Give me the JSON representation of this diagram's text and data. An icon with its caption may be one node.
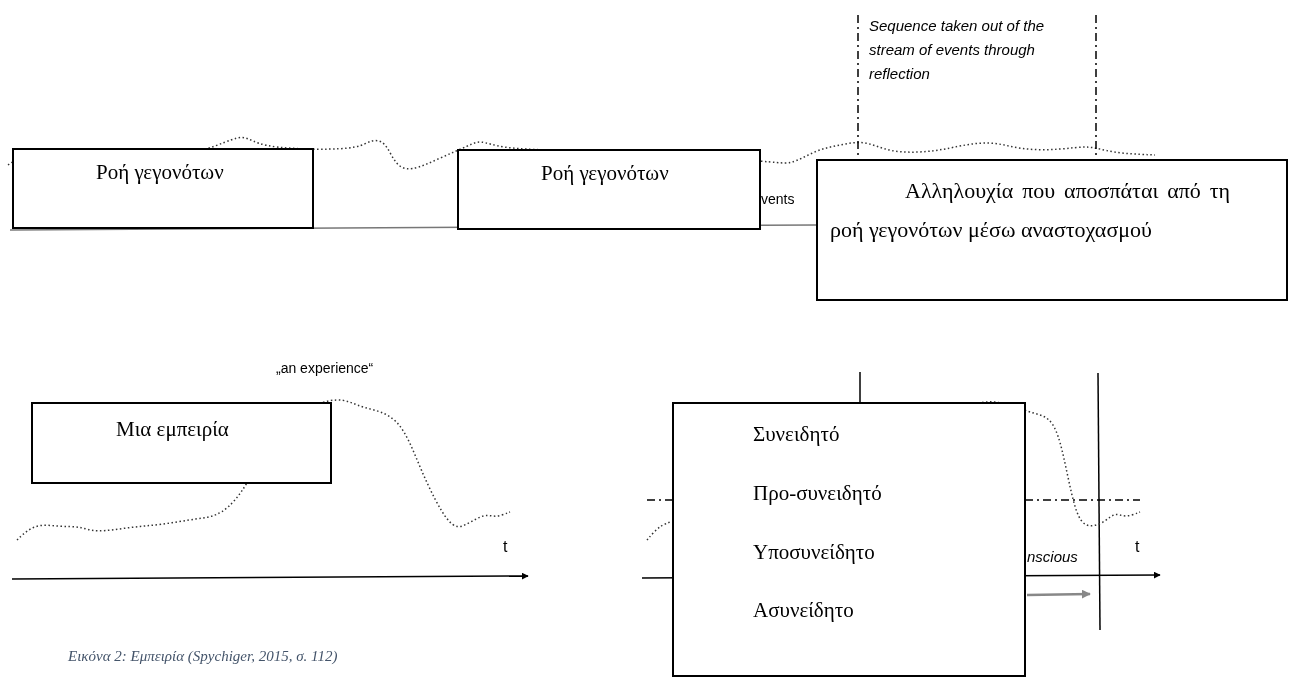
{
  "diagram": {
    "caption": "Εικόνα 2: Εμπειρία (Spychiger, 2015, σ. 112)",
    "nodes": [
      {
        "text": [
          "Ροή γεγονότων"
        ]
      },
      {
        "text": [
          "Ροή γεγονότων"
        ]
      },
      {
        "text": [
          "Αλληλουχία που αποσπάται από τη ροή γεγονότων μέσω αναστοχασμού"
        ]
      },
      {
        "text": [
          "Μια εμπειρία"
        ]
      },
      {
        "text": [
          "Συνειδητό",
          "Προ-συνειδητό",
          "Υποσυνείδητο",
          "Ασυνείδητο"
        ]
      }
    ],
    "labels": [
      "Sequence taken out of the stream of events through reflection",
      "vents",
      "„an experience“",
      "t",
      "nscious",
      "t"
    ]
  }
}
